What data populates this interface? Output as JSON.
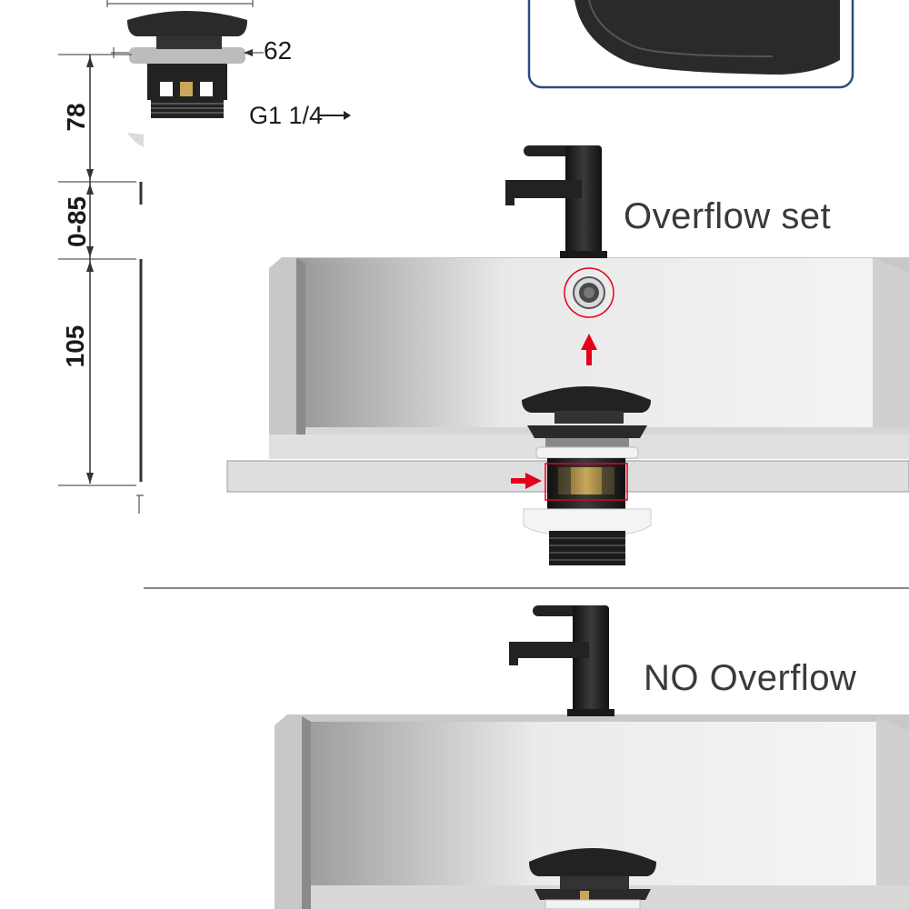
{
  "dimensions": {
    "width_label": "62",
    "thread_label": "G1 1/4",
    "height_78": "78",
    "height_range": "0-85",
    "height_105": "105"
  },
  "sections": {
    "overflow_label": "Overflow set",
    "no_overflow_label": "NO Overflow"
  },
  "colors": {
    "accent_red": "#e4001b",
    "finish_black": "#222222",
    "basin_grey": "#d9d9d9",
    "inset_box_border": "#2b4c7e"
  },
  "icons": [
    "tap-icon",
    "pop-up-drain-icon",
    "overflow-ring-icon",
    "arrow-up-icon",
    "arrow-right-icon"
  ]
}
